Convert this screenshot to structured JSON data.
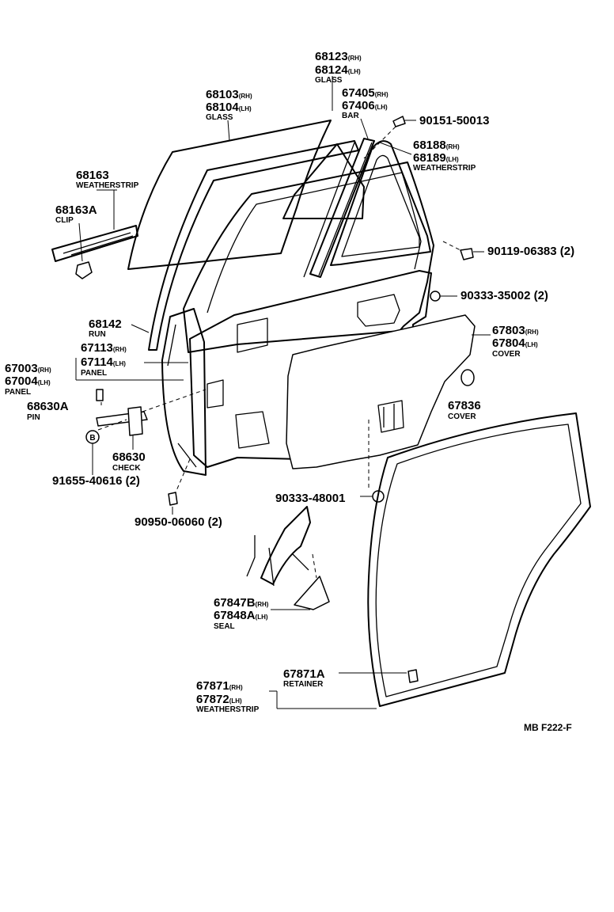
{
  "diagram_code": "MB F222-F",
  "callouts": {
    "glass_rear": {
      "lines": [
        {
          "num": "68123",
          "side": "(RH)"
        },
        {
          "num": "68124",
          "side": "(LH)"
        }
      ],
      "name": "GLASS"
    },
    "bar": {
      "lines": [
        {
          "num": "67405",
          "side": "(RH)"
        },
        {
          "num": "67406",
          "side": "(LH)"
        }
      ],
      "name": "BAR"
    },
    "bolt_90151": {
      "num": "90151-50013"
    },
    "weatherstrip_frame": {
      "lines": [
        {
          "num": "68188",
          "side": "(RH)"
        },
        {
          "num": "68189",
          "side": "(LH)"
        }
      ],
      "name": "WEATHERSTRIP"
    },
    "glass_front": {
      "lines": [
        {
          "num": "68103",
          "side": "(RH)"
        },
        {
          "num": "68104",
          "side": "(LH)"
        }
      ],
      "name": "GLASS"
    },
    "weatherstrip_belt": {
      "num": "68163",
      "name": "WEATHERSTRIP"
    },
    "clip": {
      "num": "68163A",
      "name": "CLIP"
    },
    "screw_90119": {
      "num": "90119-06383 (2)"
    },
    "plug_90333_35002": {
      "num": "90333-35002 (2)"
    },
    "run": {
      "num": "68142",
      "name": "RUN"
    },
    "panel_inner": {
      "lines": [
        {
          "num": "67113",
          "side": "(RH)"
        },
        {
          "num": "67114",
          "side": "(LH)"
        }
      ],
      "name": "PANEL"
    },
    "panel_outer": {
      "lines": [
        {
          "num": "67003",
          "side": "(RH)"
        },
        {
          "num": "67004",
          "side": "(LH)"
        }
      ],
      "name": "PANEL"
    },
    "cover_service": {
      "lines": [
        {
          "num": "67803",
          "side": "(RH)"
        },
        {
          "num": "67804",
          "side": "(LH)"
        }
      ],
      "name": "COVER"
    },
    "pin": {
      "num": "68630A",
      "name": "PIN"
    },
    "cover_67836": {
      "num": "67836",
      "name": "COVER"
    },
    "check": {
      "num": "68630",
      "name": "CHECK"
    },
    "bolt_91655": {
      "num": "91655-40616 (2)"
    },
    "b_marker": {
      "label": "B"
    },
    "plug_90333_48001": {
      "num": "90333-48001"
    },
    "clip_90950": {
      "num": "90950-06060 (2)"
    },
    "seal": {
      "lines": [
        {
          "num": "67847B",
          "side": "(RH)"
        },
        {
          "num": "67848A",
          "side": "(LH)"
        }
      ],
      "name": "SEAL"
    },
    "retainer": {
      "num": "67871A",
      "name": "RETAINER"
    },
    "weatherstrip_door": {
      "lines": [
        {
          "num": "67871",
          "side": "(RH)"
        },
        {
          "num": "67872",
          "side": "(LH)"
        }
      ],
      "name": "WEATHERSTRIP"
    }
  }
}
